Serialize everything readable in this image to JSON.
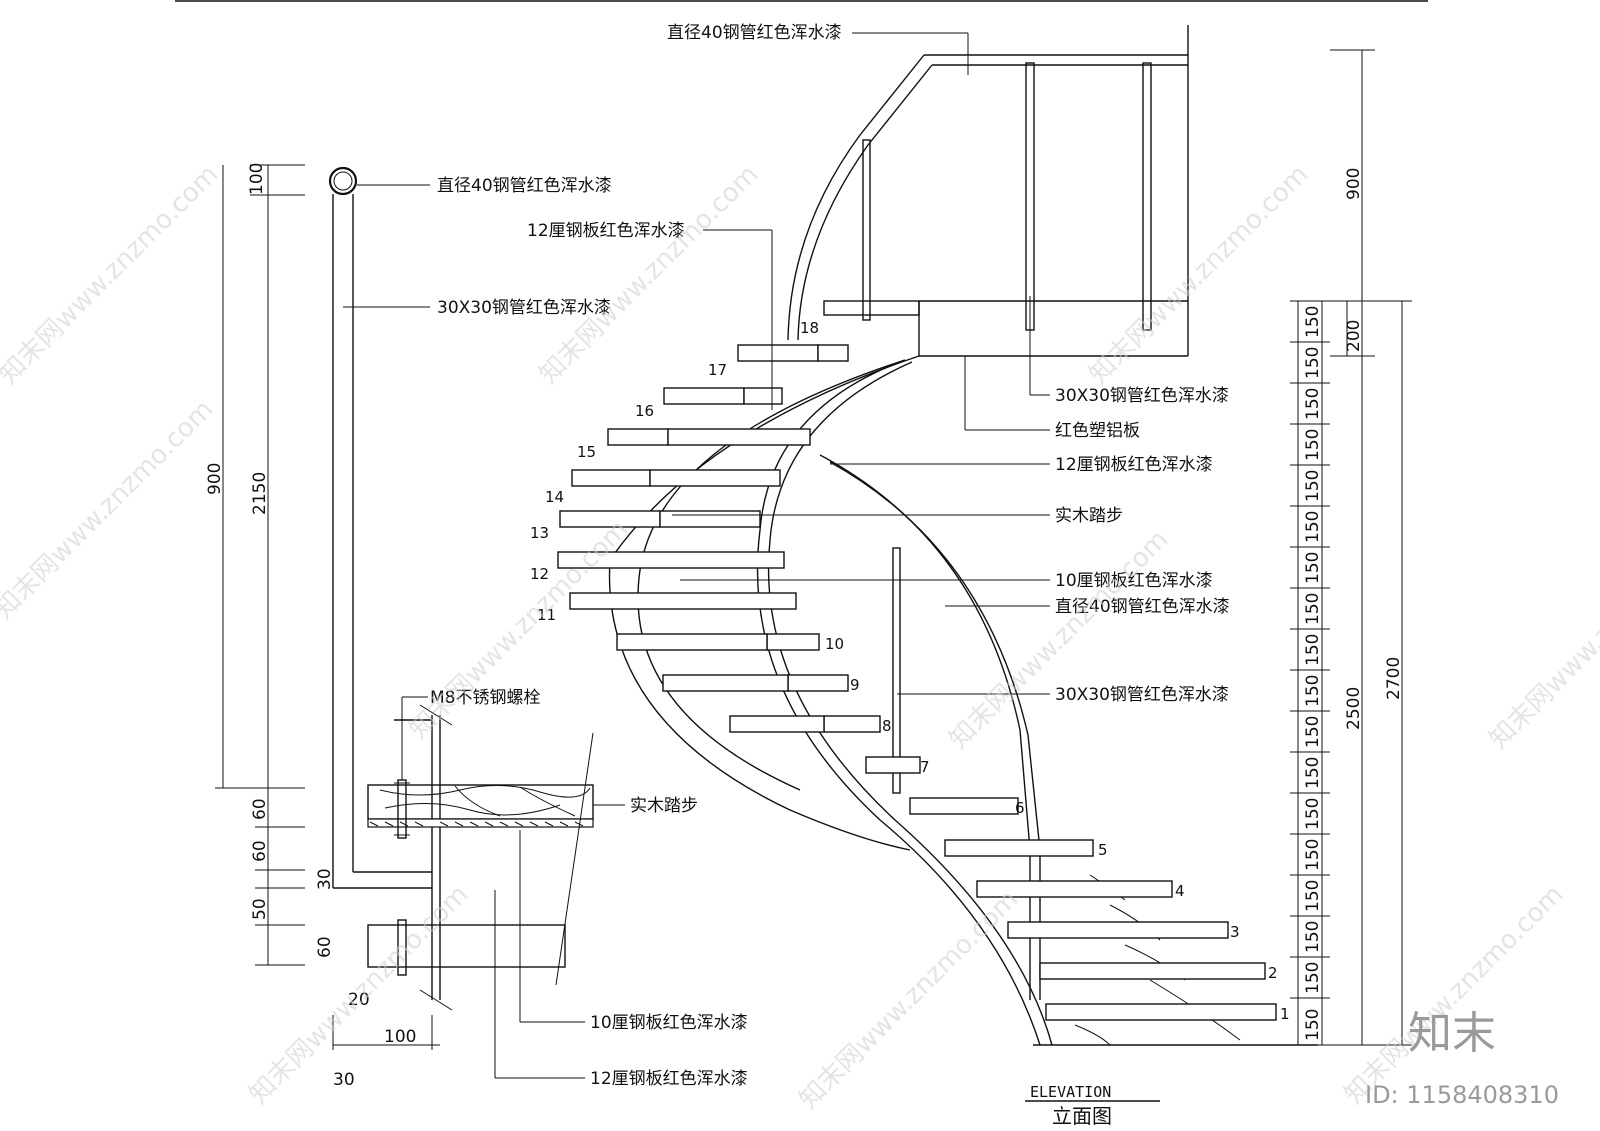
{
  "annotations": {
    "top_rail": "直径40钢管红色浑水漆",
    "rail_circle": "直径40钢管红色浑水漆",
    "plate_12_top": "12厘钢板红色浑水漆",
    "post_30x30_left": "30X30钢管红色浑水漆",
    "post_30x30_right": "30X30钢管红色浑水漆",
    "red_alu_panel": "红色塑铝板",
    "plate_12_right": "12厘钢板红色浑水漆",
    "wood_tread_right": "实木踏步",
    "plate_10_right": "10厘钢板红色浑水漆",
    "rail_40_right": "直径40钢管红色浑水漆",
    "post_30x30_lower": "30X30钢管红色浑水漆",
    "bolt": "M8不锈钢螺栓",
    "wood_tread_detail": "实木踏步",
    "plate_10_bottom": "10厘钢板红色浑水漆",
    "plate_12_bottom": "12厘钢板红色浑水漆"
  },
  "step_numbers": [
    "1",
    "2",
    "3",
    "4",
    "5",
    "6",
    "7",
    "8",
    "9",
    "10",
    "11",
    "12",
    "13",
    "14",
    "15",
    "16",
    "17",
    "18"
  ],
  "dimensions": {
    "left_outer": "900",
    "left_inner": "2150",
    "left_top": "100",
    "detail_60a": "60",
    "detail_60b": "60",
    "detail_30": "30",
    "detail_50": "50",
    "detail_60c": "60",
    "detail_20": "20",
    "detail_100": "100",
    "detail_30b": "30",
    "right_900": "900",
    "right_200": "200",
    "right_2500": "2500",
    "right_2700": "2700",
    "riser": "150"
  },
  "title": {
    "en": "ELEVATION",
    "zh": "立面图"
  },
  "watermark": {
    "text": "知末网www.znzmo.com",
    "brand": "知末",
    "id": "ID: 1158408310"
  }
}
